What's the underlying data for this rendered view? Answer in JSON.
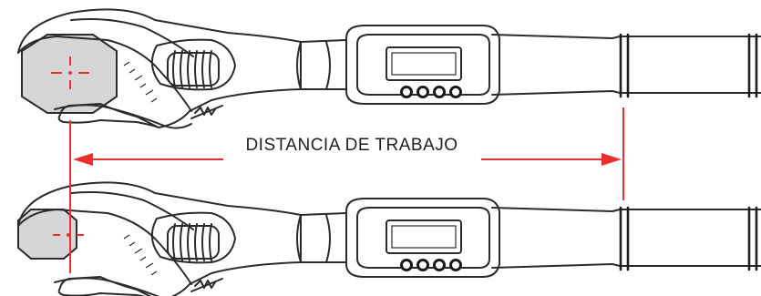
{
  "labels": {
    "working_distance": "DISTANCIA DE TRABAJO"
  },
  "colors": {
    "measure_red": "#e8312f",
    "ink": "#2b2b2b",
    "nut_fill": "#d6d6d6",
    "background": "#ffffff"
  },
  "icons": {
    "display_buttons": "four-round-buttons",
    "nut_center": "crosshair"
  }
}
